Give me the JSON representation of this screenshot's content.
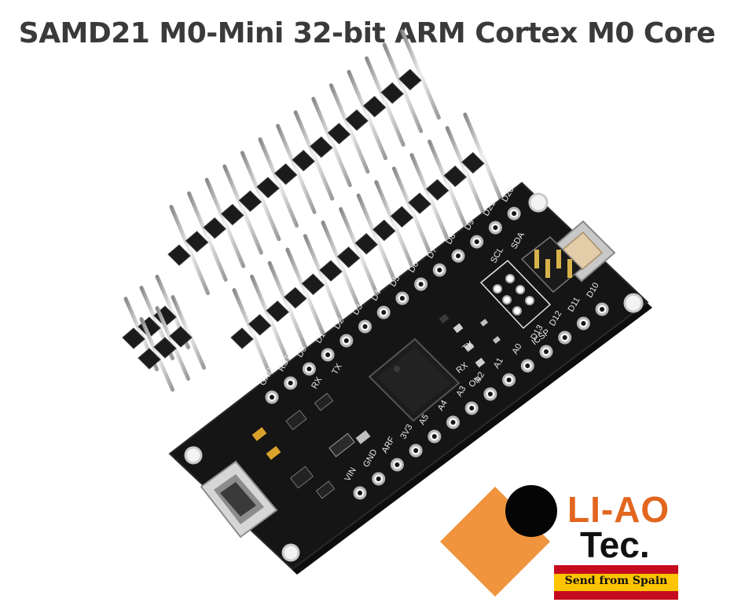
{
  "title": "SAMD21 M0-Mini 32-bit ARM Cortex M0 Core",
  "logo": {
    "line1": "LI-AO",
    "line2": "Tec.",
    "badge": "Send from Spain",
    "orange": "#f0943d",
    "accent": "#e2661f"
  },
  "board": {
    "color": "#141414",
    "top_row_labels": [
      "GND",
      "RST",
      "D0",
      "D1",
      "D2",
      "D3",
      "D4",
      "D5",
      "D6",
      "D7",
      "D8",
      "D9",
      "D21",
      "D20"
    ],
    "bottom_row_labels": [
      "VIN",
      "GND",
      "ARF",
      "3V3",
      "A5",
      "A4",
      "A3",
      "A2",
      "A1",
      "A0",
      "D13",
      "D12",
      "D11",
      "D10"
    ],
    "other_labels": [
      "TX",
      "RX",
      "ON",
      "ICSP",
      "SCL",
      "SDA",
      "RX",
      "TX"
    ]
  }
}
